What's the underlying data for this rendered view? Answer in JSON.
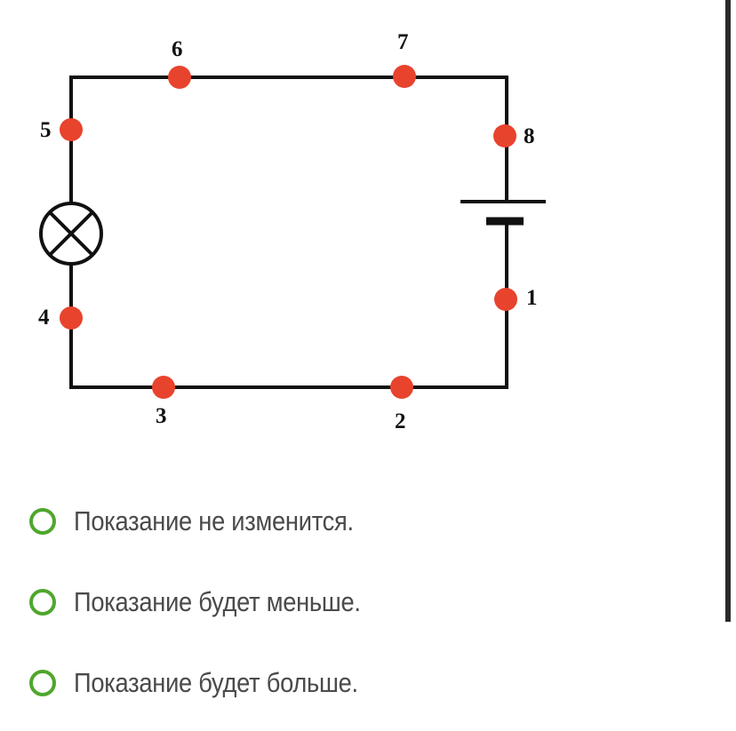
{
  "circuit": {
    "wire_color": "#111111",
    "point_color": "#e8432d",
    "points": [
      {
        "label": "1"
      },
      {
        "label": "2"
      },
      {
        "label": "3"
      },
      {
        "label": "4"
      },
      {
        "label": "5"
      },
      {
        "label": "6"
      },
      {
        "label": "7"
      },
      {
        "label": "8"
      }
    ]
  },
  "options": [
    {
      "label": "Показание не изменится.",
      "selected": false
    },
    {
      "label": "Показание будет меньше.",
      "selected": false
    },
    {
      "label": "Показание будет больше.",
      "selected": false
    }
  ],
  "colors": {
    "radio_border": "#4fa62d",
    "option_text": "#4a4a4a"
  }
}
